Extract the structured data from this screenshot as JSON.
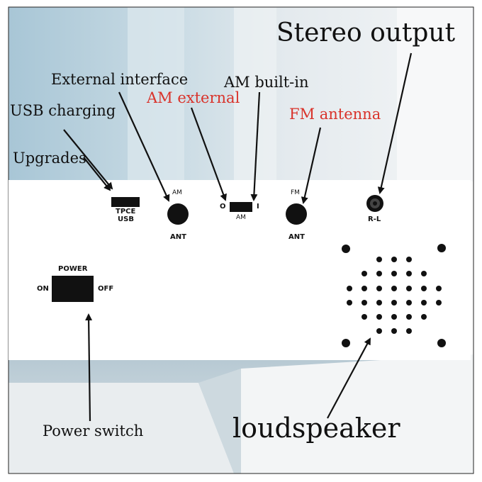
{
  "callouts": {
    "stereo_output": "Stereo output",
    "external_interface": "External interface",
    "am_builtin": "AM built-in",
    "am_external": "AM external",
    "usb_charging": "USB charging",
    "fm_antenna": "FM antenna",
    "upgrades": "Upgrades",
    "power_switch": "Power switch",
    "loudspeaker": "loudspeaker"
  },
  "panel_labels": {
    "tpce": "TPCE",
    "usb": "USB",
    "am_top": "AM",
    "am_ant": "ANT",
    "switch_o": "O",
    "switch_i": "I",
    "switch_am": "AM",
    "fm_top": "FM",
    "fm_ant": "ANT",
    "rl": "R-L",
    "power": "POWER",
    "on": "ON",
    "off": "OFF"
  },
  "colors": {
    "callout_red": "#d9332b",
    "ink": "#111111",
    "sky": "#b9cfdb",
    "wall_light": "#e6ecef"
  }
}
